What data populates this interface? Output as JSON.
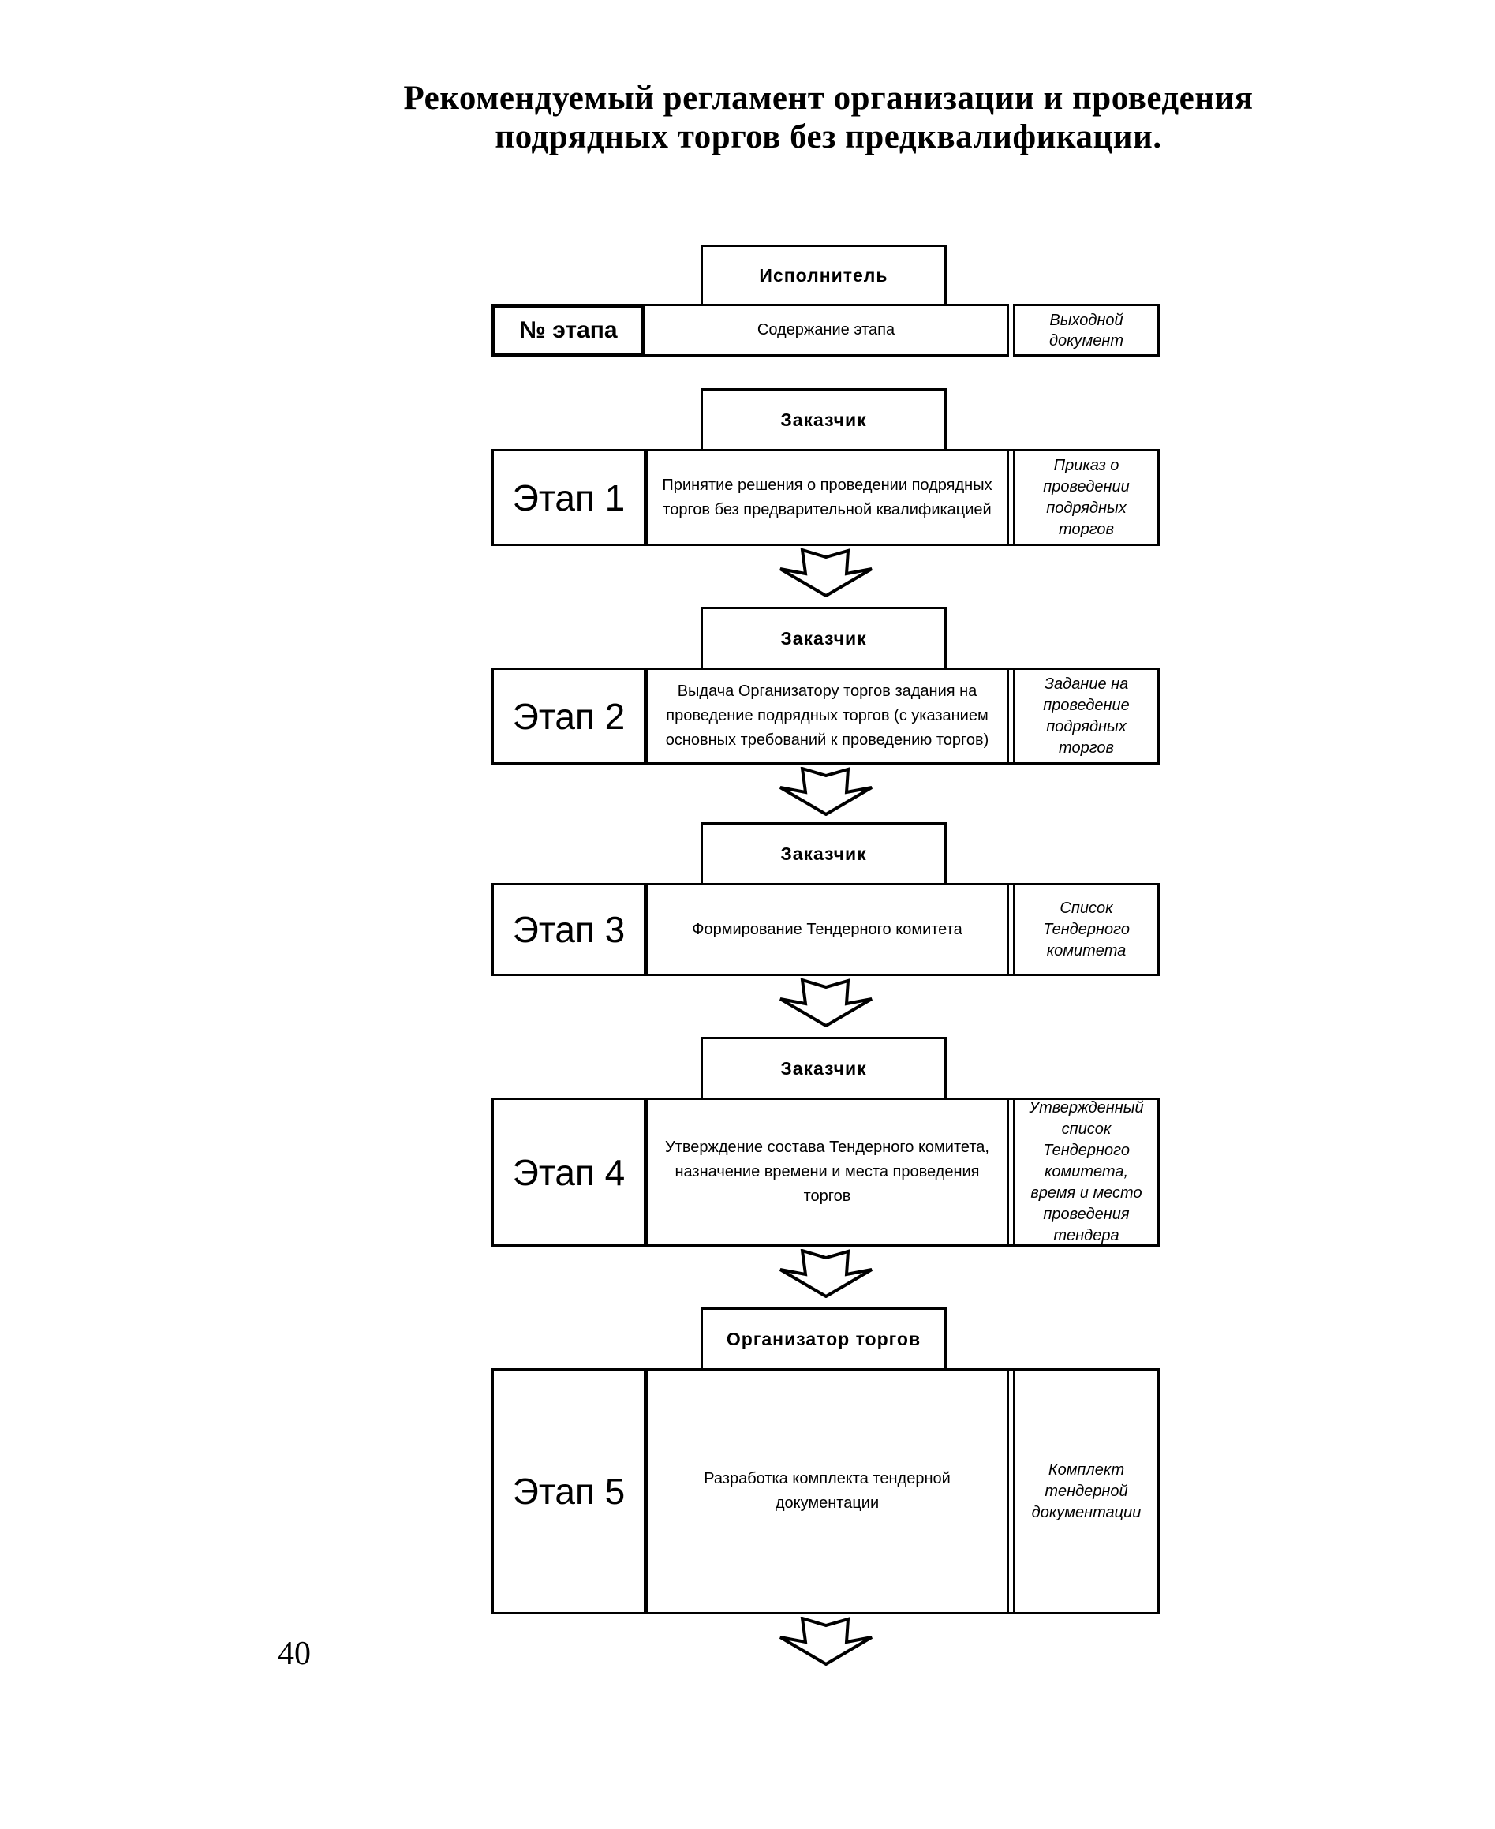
{
  "page": {
    "title_line1": "Рекомендуемый регламент организации и проведения",
    "title_line2": "подрядных торгов без предквалификации.",
    "page_number": "40"
  },
  "header": {
    "executor_label": "Исполнитель",
    "col_stage_no": "№ этапа",
    "col_content": "Содержание этапа",
    "col_output": "Выходной документ"
  },
  "stages": [
    {
      "actor": "Заказчик",
      "stage": "Этап 1",
      "content": "Принятие решения о проведении подрядных торгов без предварительной квалификацией",
      "output": "Приказ о проведении подрядных торгов"
    },
    {
      "actor": "Заказчик",
      "stage": "Этап 2",
      "content": "Выдача Организатору торгов задания на проведение подрядных торгов (с указанием основных требований к проведению торгов)",
      "output": "Задание на проведение подрядных торгов"
    },
    {
      "actor": "Заказчик",
      "stage": "Этап 3",
      "content": "Формирование Тендерного комитета",
      "output": "Список Тендерного комитета"
    },
    {
      "actor": "Заказчик",
      "stage": "Этап 4",
      "content": "Утверждение состава Тендерного комитета, назначение времени и места проведения торгов",
      "output": "Утвержденный список Тендерного комитета, время и место проведения тендера"
    },
    {
      "actor": "Организатор торгов",
      "stage": "Этап 5",
      "content": "Разработка комплекта тендерной документации",
      "output": "Комплект тендерной документации"
    }
  ]
}
